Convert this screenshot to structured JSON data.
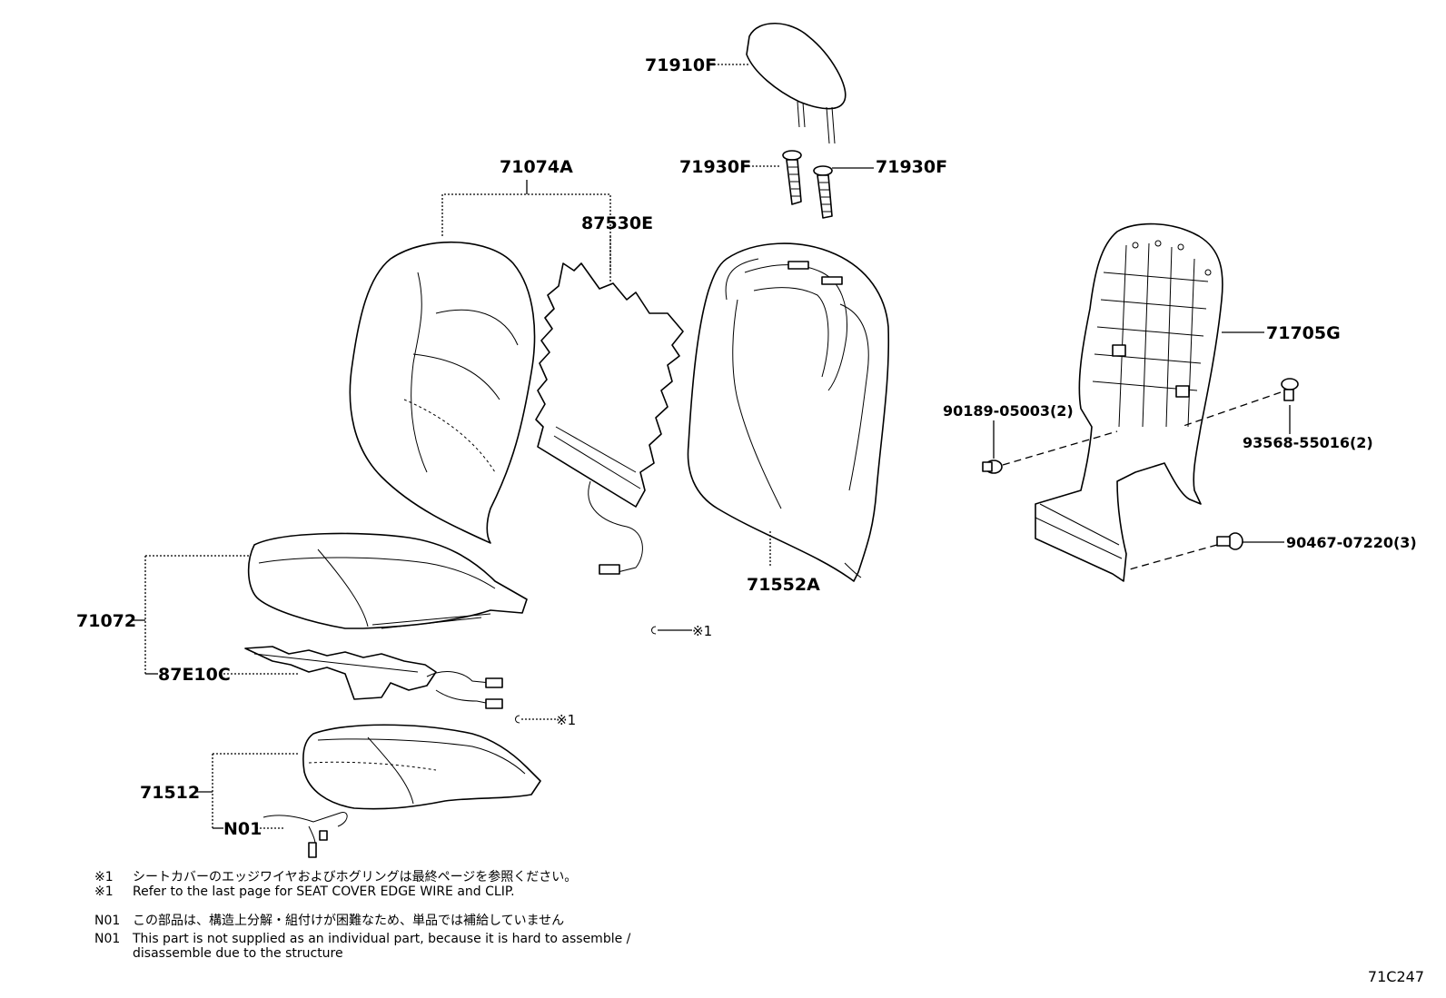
{
  "parts": {
    "p71910F": "71910F",
    "p71930F_left": "71930F",
    "p71930F_right": "71930F",
    "p71074A": "71074A",
    "p87530E": "87530E",
    "p71552A": "71552A",
    "p71705G": "71705G",
    "p90189": "90189-05003(2)",
    "p93568": "93568-55016(2)",
    "p90467": "90467-07220(3)",
    "p71072": "71072",
    "p87E10C": "87E10C",
    "p71512": "71512",
    "pN01": "N01",
    "ref1": "※1",
    "ref2": "※1"
  },
  "notes": [
    {
      "mark": "※1",
      "text": "シートカバーのエッジワイヤおよびホグリングは最終ページを参照ください。"
    },
    {
      "mark": "※1",
      "text": "Refer to the last page for SEAT COVER EDGE WIRE and CLIP."
    },
    {
      "mark": "N01",
      "text": "この部品は、構造上分解・組付けが困難なため、単品では補給していません"
    },
    {
      "mark": "N01",
      "text": "This part is not supplied as an individual part, because it is hard to assemble /\ndisassemble due to the structure"
    }
  ],
  "diagram_code": "71C247"
}
